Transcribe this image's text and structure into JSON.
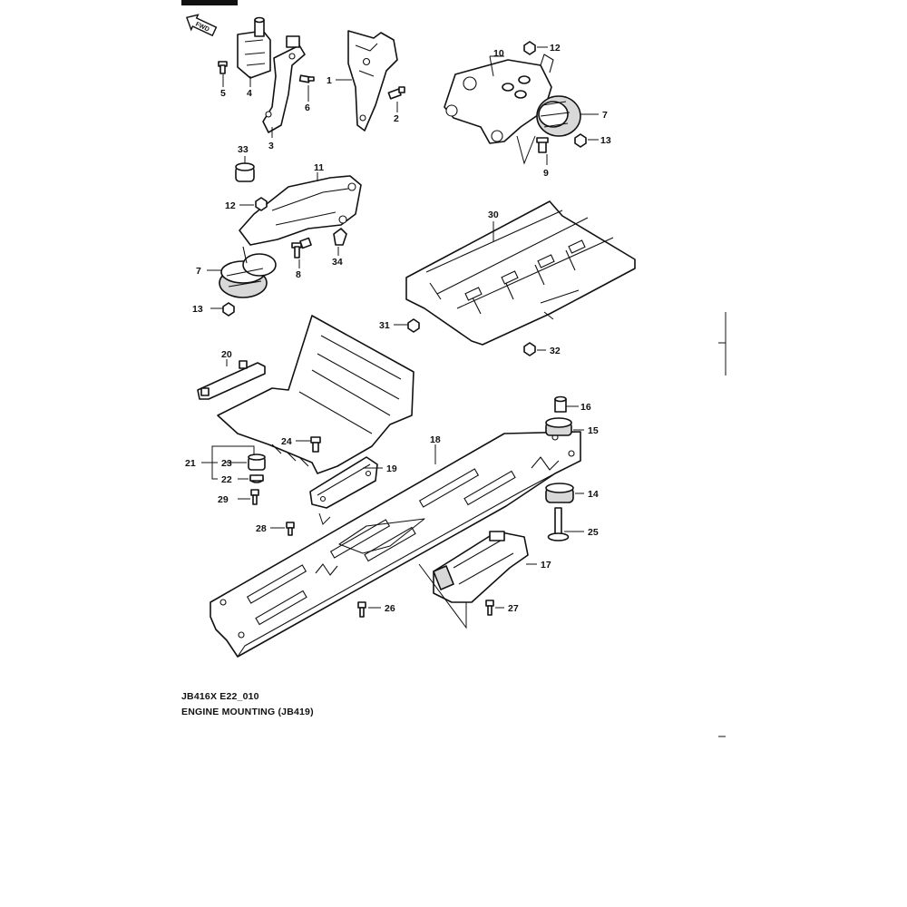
{
  "diagram": {
    "code": "JB416X E22_010",
    "title": "ENGINE MOUNTING (JB419)",
    "front_label": "FWD",
    "callouts": {
      "p1": "1",
      "p2": "2",
      "p3": "3",
      "p4": "4",
      "p5": "5",
      "p6": "6",
      "p7a": "7",
      "p7b": "7",
      "p8": "8",
      "p9": "9",
      "p10": "10",
      "p11": "11",
      "p12a": "12",
      "p12b": "12",
      "p13a": "13",
      "p13b": "13",
      "p14": "14",
      "p15": "15",
      "p16": "16",
      "p17": "17",
      "p18": "18",
      "p19": "19",
      "p20": "20",
      "p21": "21",
      "p22": "22",
      "p23": "23",
      "p24": "24",
      "p25": "25",
      "p26": "26",
      "p27": "27",
      "p28": "28",
      "p29": "29",
      "p30": "30",
      "p31": "31",
      "p32": "32",
      "p33": "33",
      "p34": "34"
    }
  }
}
